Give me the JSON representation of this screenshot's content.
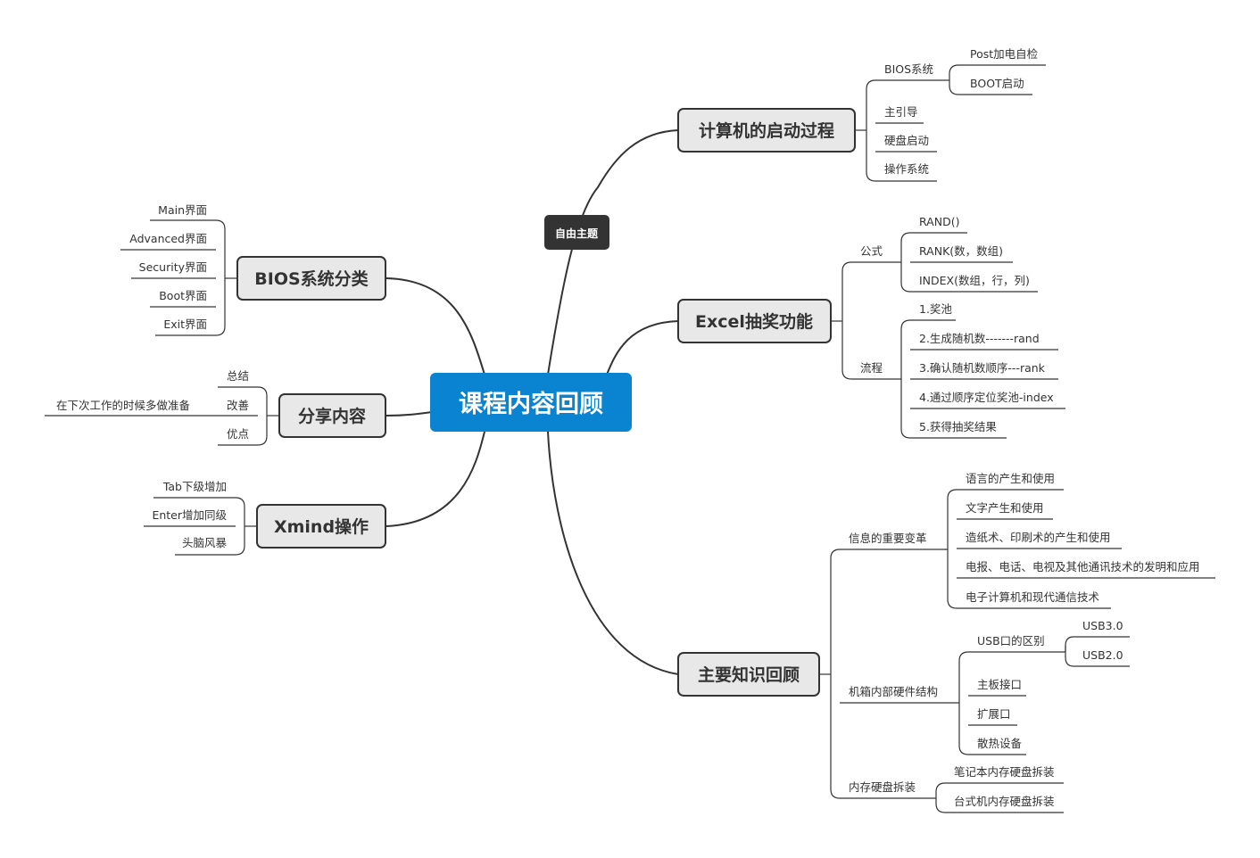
{
  "central": "课程内容回顾",
  "floating": "自由主题",
  "topics": {
    "boot_process": {
      "label": "计算机的启动过程",
      "bios": {
        "label": "BIOS系统",
        "children": [
          "Post加电自检",
          "BOOT启动"
        ]
      },
      "items": [
        "主引导",
        "硬盘启动",
        "操作系统"
      ]
    },
    "excel": {
      "label": "Excel抽奖功能",
      "formula": {
        "label": "公式",
        "children": [
          "RAND()",
          "RANK(数，数组)",
          "INDEX(数组，行，列)"
        ]
      },
      "process": {
        "label": "流程",
        "children": [
          "1.奖池",
          "2.生成随机数-------rand",
          "3.确认随机数顺序---rank",
          "4.通过顺序定位奖池-index",
          "5.获得抽奖结果"
        ]
      }
    },
    "knowledge": {
      "label": "主要知识回顾",
      "info_change": {
        "label": "信息的重要变革",
        "children": [
          "语言的产生和使用",
          "文字产生和使用",
          "造纸术、印刷术的产生和使用",
          "电报、电话、电视及其他通讯技术的发明和应用",
          "电子计算机和现代通信技术"
        ]
      },
      "chassis": {
        "label": "机箱内部硬件结构",
        "usb": {
          "label": "USB口的区别",
          "children": [
            "USB3.0",
            "USB2.0"
          ]
        },
        "items": [
          "主板接口",
          "扩展口",
          "散热设备"
        ]
      },
      "storage": {
        "label": "内存硬盘拆装",
        "children": [
          "笔记本内存硬盘拆装",
          "台式机内存硬盘拆装"
        ]
      }
    },
    "bios_class": {
      "label": "BIOS系统分类",
      "children": [
        "Main界面",
        "Advanced界面",
        "Security界面",
        "Boot界面",
        "Exit界面"
      ]
    },
    "share": {
      "label": "分享内容",
      "children": [
        "总结",
        "改善",
        "优点"
      ],
      "note": "在下次工作的时候多做准备"
    },
    "xmind": {
      "label": "Xmind操作",
      "children": [
        "Tab下级增加",
        "Enter增加同级",
        "头脑风暴"
      ]
    }
  },
  "colors": {
    "central": "#0a84d0",
    "main_fill": "#e8e8e8",
    "floating": "#333333",
    "line": "#333333"
  }
}
